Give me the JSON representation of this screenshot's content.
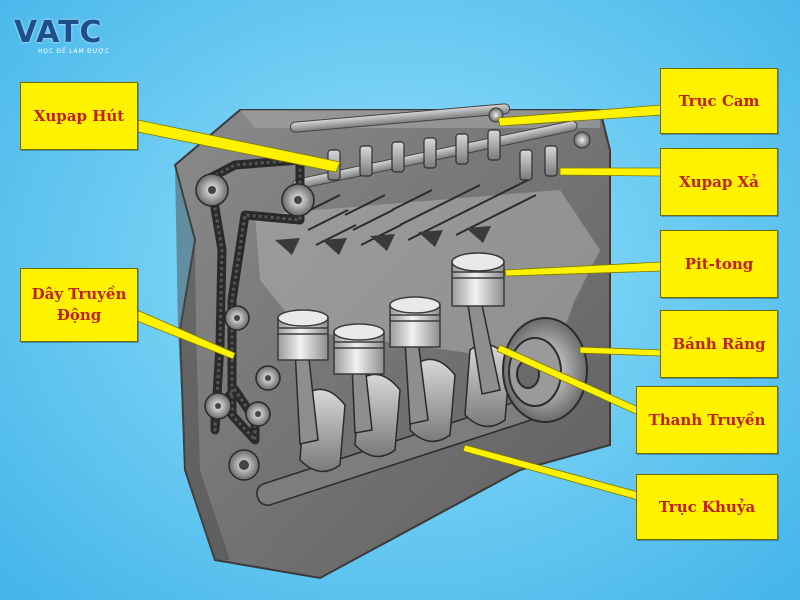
{
  "brand": {
    "name": "VATC",
    "tagline": "HỌC ĐỂ LÀM ĐƯỢC"
  },
  "labels": {
    "intake_valve": "Xupap Hút",
    "camshaft": "Trục Cam",
    "exhaust_valve": "Xupap Xả",
    "timing_belt": "Dây Truyền Động",
    "piston": "Pit-tong",
    "gear": "Bánh Răng",
    "connecting_rod": "Thanh Truyền",
    "crankshaft": "Trục Khuỷa"
  },
  "colors": {
    "callout_fill": "#fff200",
    "callout_text": "#c0201a",
    "leader_line": "#fff200",
    "engine_block": "#6d6d6d",
    "background": "#6fcdf3"
  }
}
